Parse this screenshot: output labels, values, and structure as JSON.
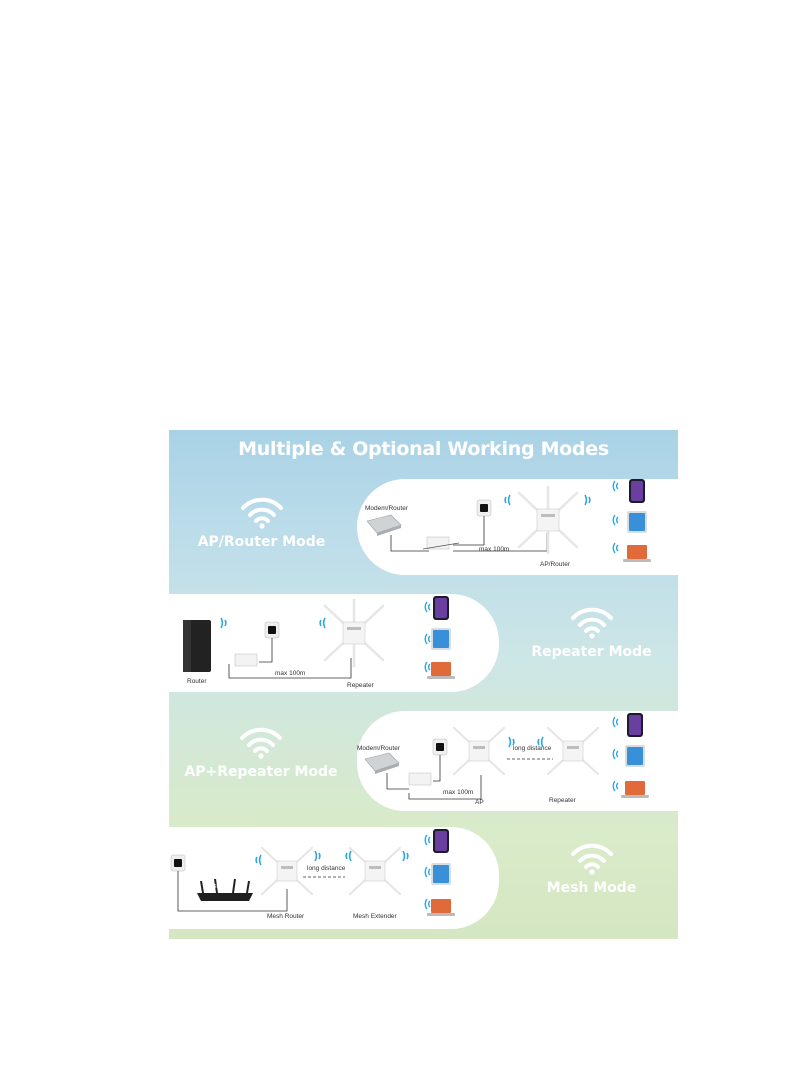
{
  "headline": "Multiple & Optional Working Modes",
  "colors": {
    "wifi_blue": "#2ea8df",
    "panel": "#ffffff",
    "mode_text": "#ffffff"
  },
  "modes": [
    {
      "label": "AP/Router Mode",
      "diagram_labels": {
        "source": "Modem/Router",
        "distance": "max 100m",
        "device": "AP/Router"
      }
    },
    {
      "label": "Repeater Mode",
      "diagram_labels": {
        "source": "Router",
        "distance": "max 100m",
        "device": "Repeater"
      }
    },
    {
      "label": "AP+Repeater Mode",
      "diagram_labels": {
        "source": "Modem/Router",
        "link": "long distance",
        "distance": "max 100m",
        "device_a": "AP",
        "device_b": "Repeater"
      }
    },
    {
      "label": "Mesh Mode",
      "diagram_labels": {
        "source": "Router",
        "link": "long distance",
        "device_a": "Mesh Router",
        "device_b": "Mesh Extender"
      }
    }
  ],
  "icons": [
    "wifi-icon",
    "phone-icon",
    "tablet-icon",
    "laptop-icon",
    "router-icon",
    "poe-adapter-icon",
    "access-point-icon"
  ]
}
